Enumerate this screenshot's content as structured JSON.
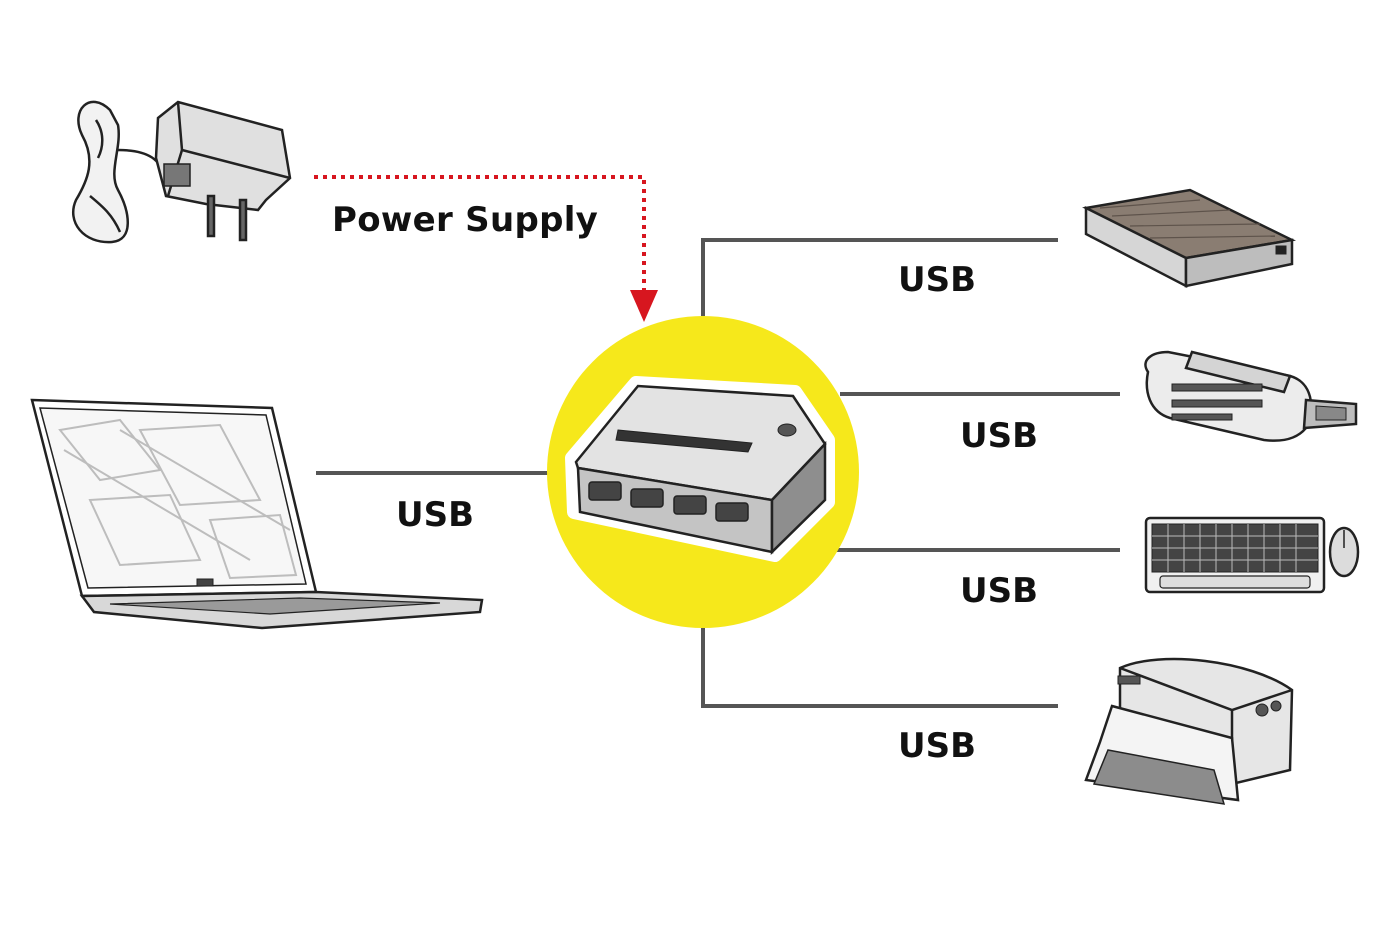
{
  "labels": {
    "power_supply": "Power Supply",
    "usb_laptop": "USB",
    "usb_drive": "USB",
    "usb_card_reader": "USB",
    "usb_keyboard": "USB",
    "usb_printer": "USB"
  },
  "colors": {
    "hub_circle": "#f6e81b",
    "power_arrow": "#d7161f",
    "connector_line": "#555555",
    "sketch_stroke": "#222222"
  },
  "icons": {
    "power_adapter": "power-adapter-icon",
    "laptop": "laptop-icon",
    "usb_hub": "usb-hub-icon",
    "external_drive": "external-drive-icon",
    "card_reader": "card-reader-icon",
    "keyboard_mouse": "keyboard-mouse-icon",
    "printer": "printer-icon"
  }
}
